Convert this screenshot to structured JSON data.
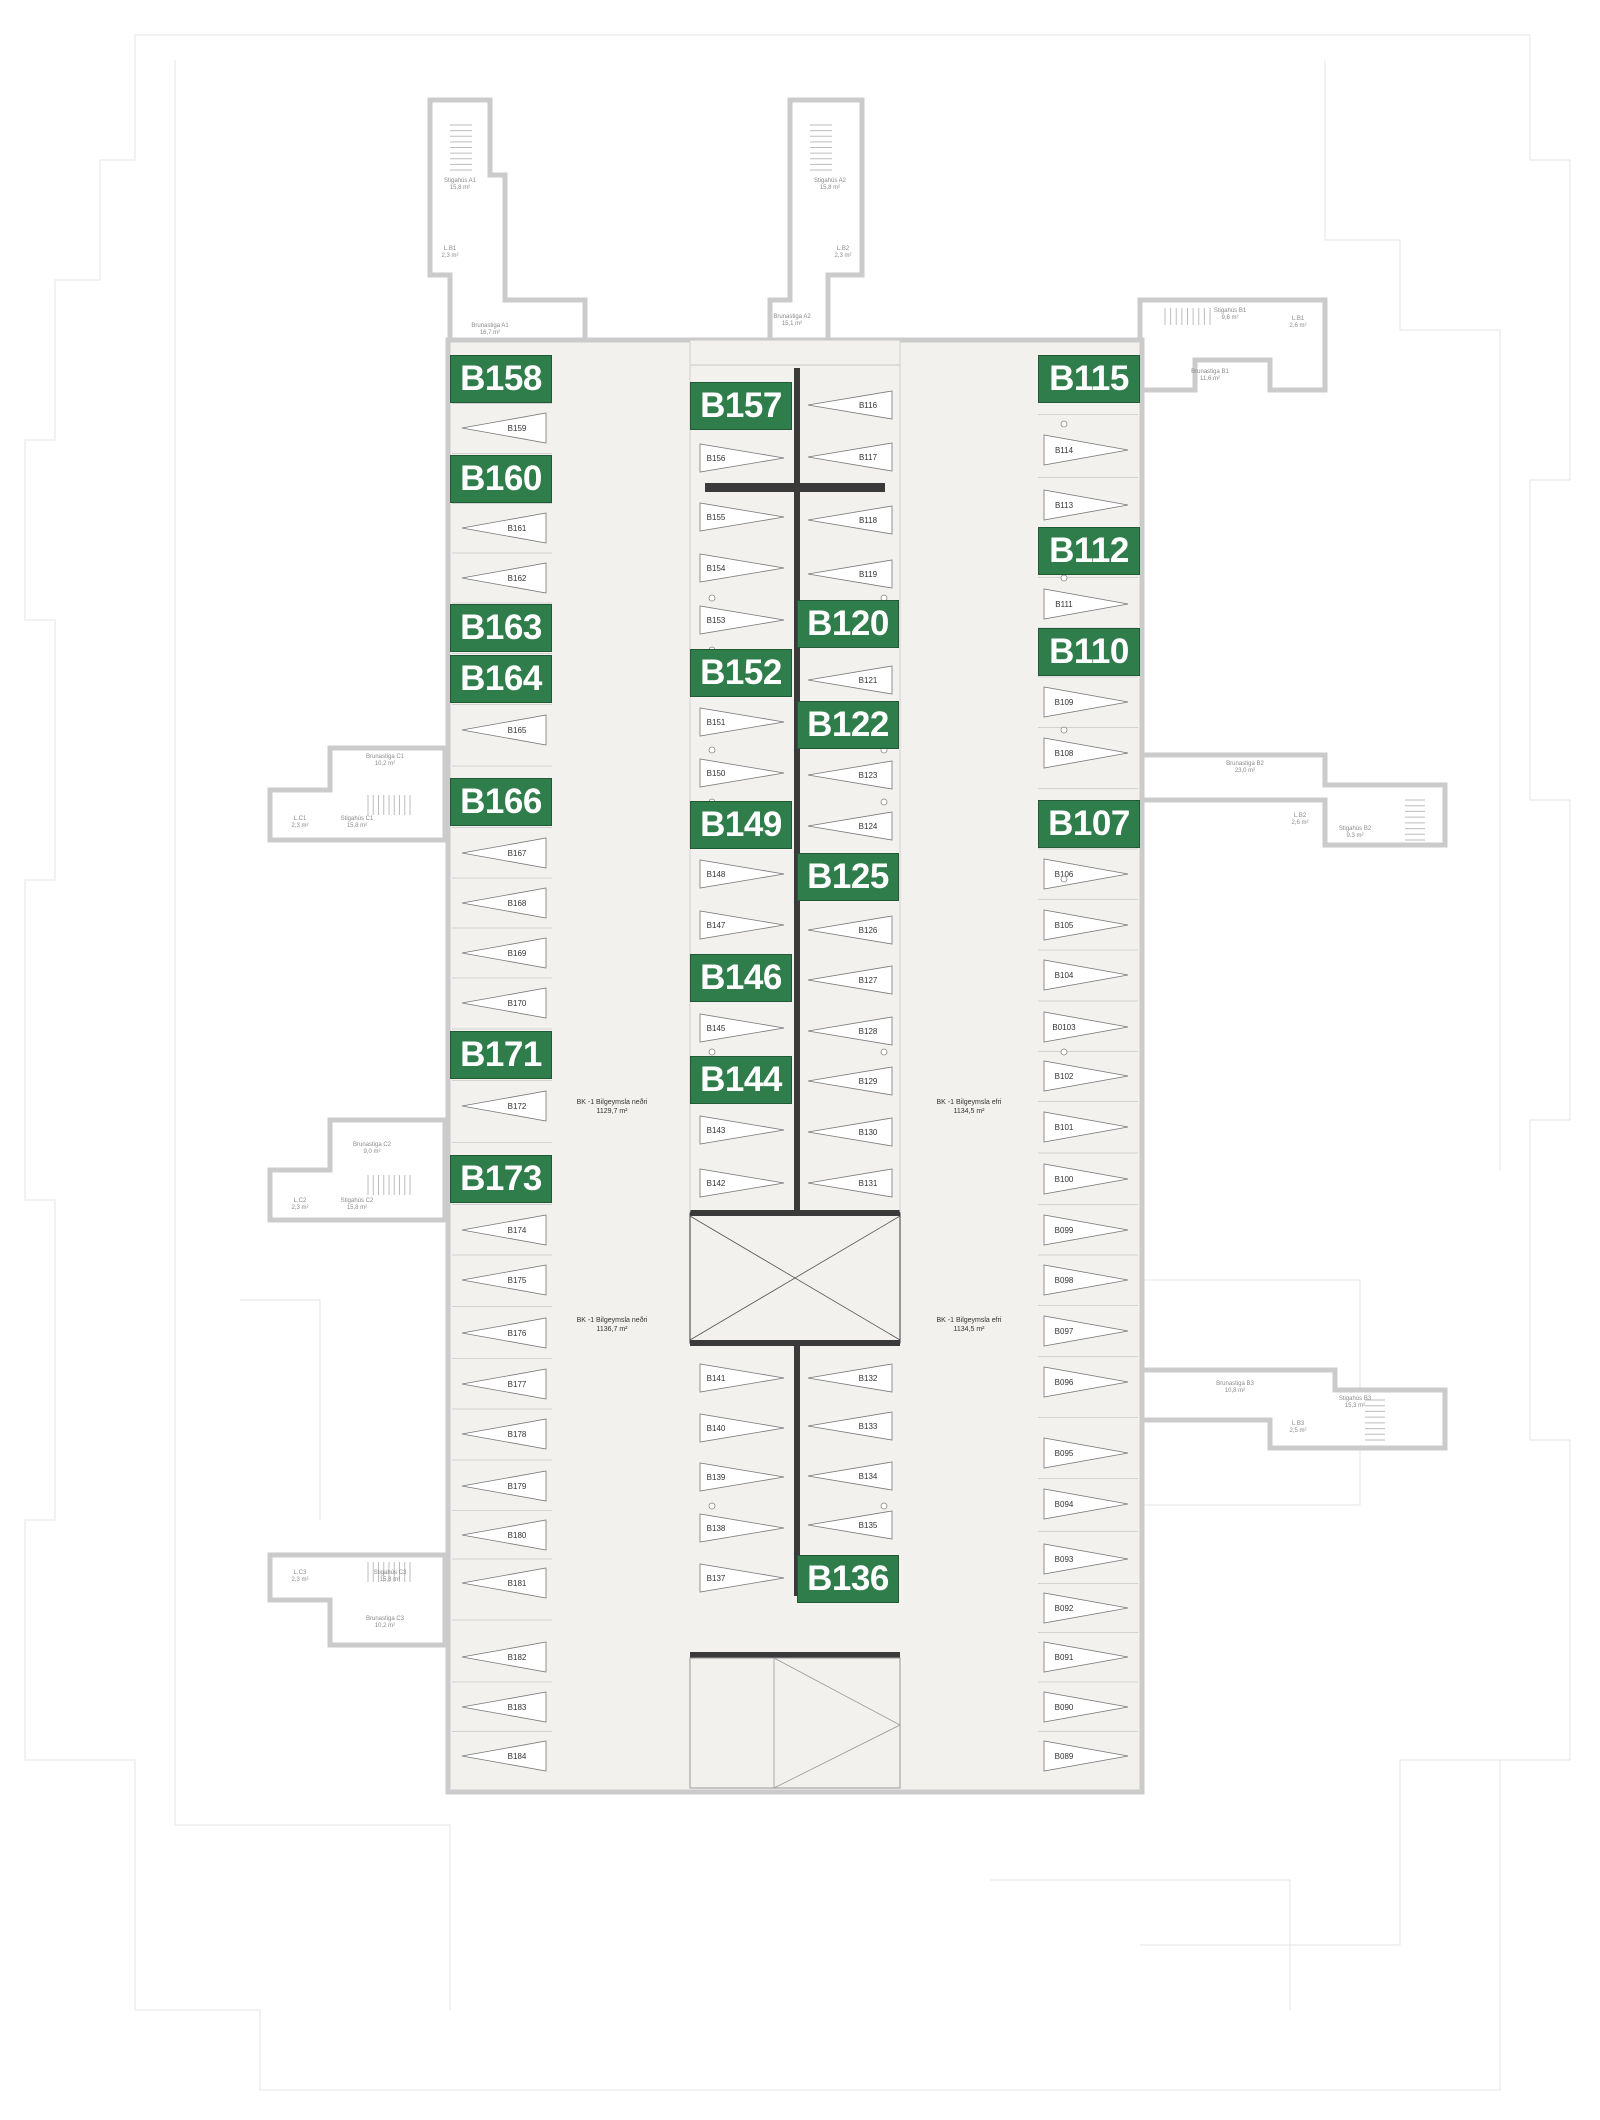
{
  "colors": {
    "badge": "#2e7d4b",
    "badge_text": "#ffffff",
    "floor": "#f3f1ee",
    "wall": "#cfcfcf",
    "divider": "#3a3a3a"
  },
  "highlighted_units": [
    "B158",
    "B157",
    "B115",
    "B160",
    "B112",
    "B163",
    "B120",
    "B164",
    "B152",
    "B110",
    "B122",
    "B166",
    "B149",
    "B107",
    "B125",
    "B146",
    "B171",
    "B144",
    "B173",
    "B136"
  ],
  "left_column": [
    "B159",
    "B161",
    "B162",
    "B165",
    "B167",
    "B168",
    "B169",
    "B170",
    "B172",
    "B174",
    "B175",
    "B176",
    "B177",
    "B178",
    "B179",
    "B180",
    "B181",
    "B182",
    "B183",
    "B184"
  ],
  "center_left_column": [
    "B156",
    "B155",
    "B154",
    "B153",
    "B151",
    "B150",
    "B148",
    "B147",
    "B145",
    "B143",
    "B142",
    "B141",
    "B140",
    "B139",
    "B138",
    "B137"
  ],
  "center_right_column": [
    "B116",
    "B117",
    "B118",
    "B119",
    "B121",
    "B123",
    "B124",
    "B126",
    "B127",
    "B128",
    "B129",
    "B130",
    "B131",
    "B132",
    "B133",
    "B134",
    "B135"
  ],
  "right_column": [
    "B114",
    "B113",
    "B111",
    "B109",
    "B108",
    "B106",
    "B105",
    "B104",
    "B0103",
    "B102",
    "B101",
    "B100",
    "B099",
    "B098",
    "B097",
    "B096",
    "B095",
    "B094",
    "B093",
    "B092",
    "B091",
    "B090",
    "B089"
  ],
  "area_labels": [
    {
      "id": "nw",
      "title": "BK -1 Bilgeymsla neðri",
      "area": "1129,7 m²"
    },
    {
      "id": "ne",
      "title": "BK -1 Bilgeymsla efri",
      "area": "1134,5 m²"
    },
    {
      "id": "sw",
      "title": "BK -1 Bilgeymsla neðri",
      "area": "1136,7 m²"
    },
    {
      "id": "se",
      "title": "BK -1 Bilgeymsla efri",
      "area": "1134,5 m²"
    }
  ],
  "stair_labels": [
    {
      "id": "a1",
      "lines": [
        "Stigahús A1",
        "15,8 m²"
      ]
    },
    {
      "id": "a1l",
      "lines": [
        "L.B1",
        "2,3 m²"
      ]
    },
    {
      "id": "a1b",
      "lines": [
        "Brunastiga A1",
        "16,7 m²"
      ]
    },
    {
      "id": "a2",
      "lines": [
        "Stigahús A2",
        "15,8 m²"
      ]
    },
    {
      "id": "a2l",
      "lines": [
        "L.B2",
        "2,3 m²"
      ]
    },
    {
      "id": "a2b",
      "lines": [
        "Brunastiga A2",
        "15,1 m²"
      ]
    },
    {
      "id": "b1",
      "lines": [
        "Stigahús B1",
        "9,6 m²"
      ]
    },
    {
      "id": "b1l",
      "lines": [
        "L.B1",
        "2,6 m²"
      ]
    },
    {
      "id": "b1b",
      "lines": [
        "Brunastiga B1",
        "11,6 m²"
      ]
    },
    {
      "id": "b2",
      "lines": [
        "Brunastiga B2",
        "23,0 m²"
      ]
    },
    {
      "id": "b2l",
      "lines": [
        "L.B2",
        "2,6 m²"
      ]
    },
    {
      "id": "b2s",
      "lines": [
        "Stigahús B2",
        "9,3 m²"
      ]
    },
    {
      "id": "b3",
      "lines": [
        "Brunastiga B3",
        "10,8 m²"
      ]
    },
    {
      "id": "b3s",
      "lines": [
        "Stigahús B3",
        "15,3 m²"
      ]
    },
    {
      "id": "b3l",
      "lines": [
        "L.B3",
        "2,5 m²"
      ]
    },
    {
      "id": "c1b",
      "lines": [
        "Brunastiga C1",
        "10,2 m²"
      ]
    },
    {
      "id": "c1l",
      "lines": [
        "L.C1",
        "2,3 m²"
      ]
    },
    {
      "id": "c1s",
      "lines": [
        "Stigahús C1",
        "15,8 m²"
      ]
    },
    {
      "id": "c2b",
      "lines": [
        "Brunastiga C2",
        "9,0 m²"
      ]
    },
    {
      "id": "c2l",
      "lines": [
        "L.C2",
        "2,3 m²"
      ]
    },
    {
      "id": "c2s",
      "lines": [
        "Stigahús C2",
        "15,8 m²"
      ]
    },
    {
      "id": "c3l",
      "lines": [
        "L.C3",
        "2,3 m²"
      ]
    },
    {
      "id": "c3s",
      "lines": [
        "Stigahús C3",
        "15,8 m²"
      ]
    },
    {
      "id": "c3b",
      "lines": [
        "Brunastiga C3",
        "10,2 m²"
      ]
    }
  ]
}
